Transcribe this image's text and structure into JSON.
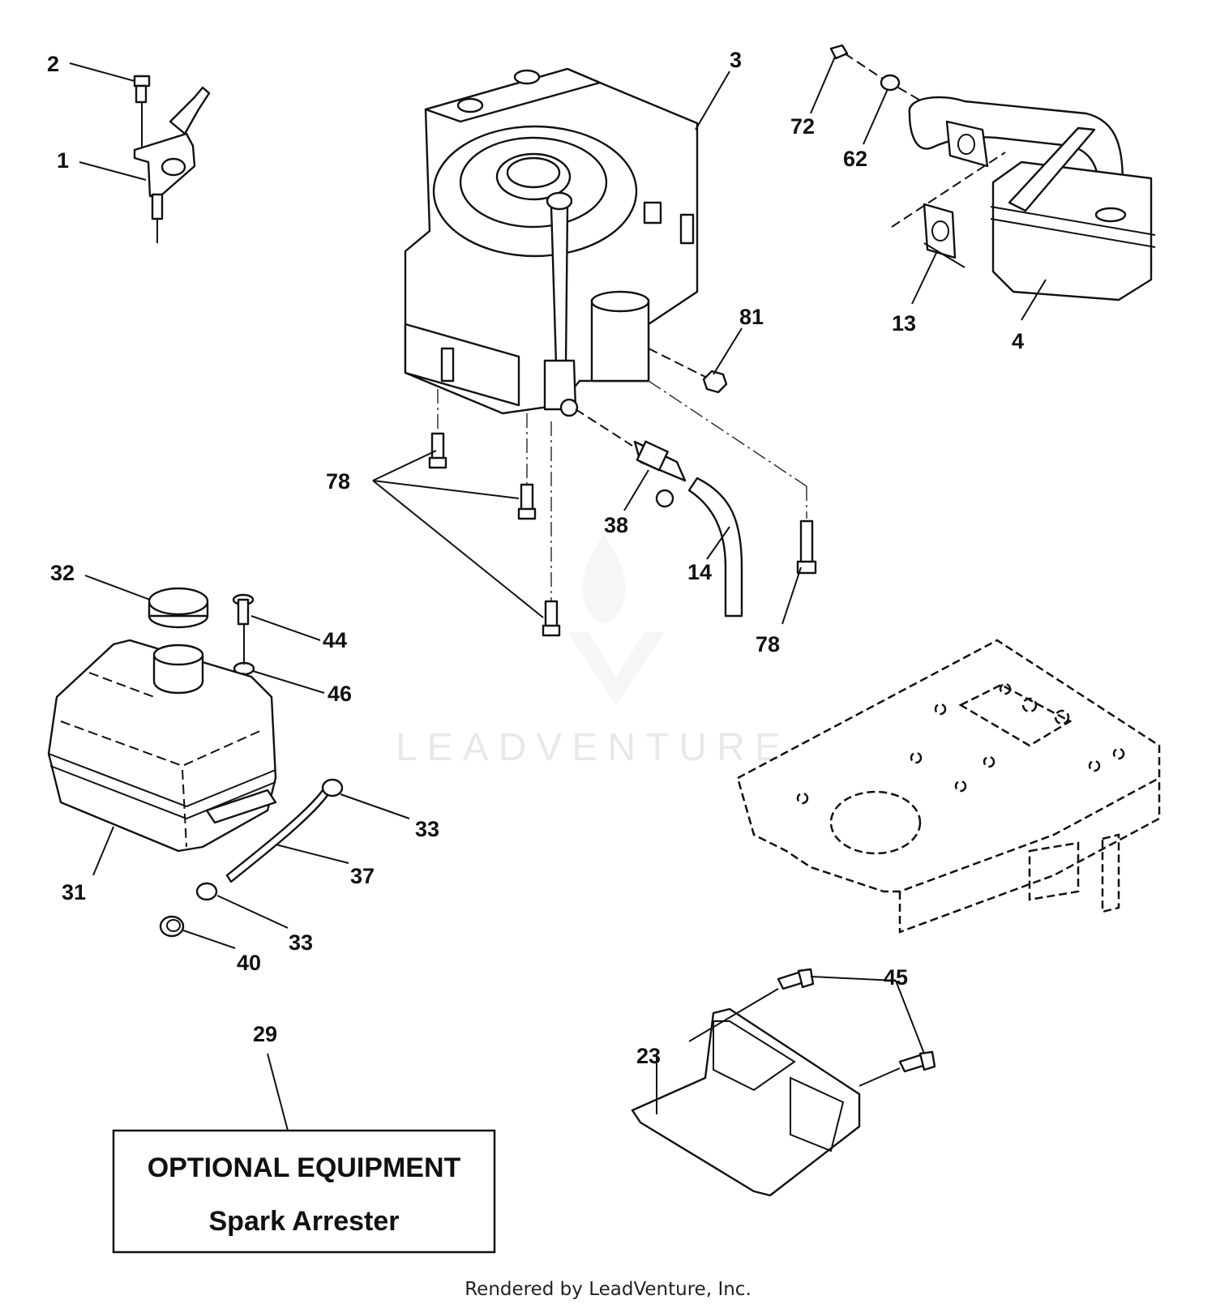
{
  "callouts": [
    {
      "id": "c1",
      "label": "1"
    },
    {
      "id": "c2",
      "label": "2"
    },
    {
      "id": "c3",
      "label": "3"
    },
    {
      "id": "c4",
      "label": "4"
    },
    {
      "id": "c13",
      "label": "13"
    },
    {
      "id": "c14",
      "label": "14"
    },
    {
      "id": "c23",
      "label": "23"
    },
    {
      "id": "c29",
      "label": "29"
    },
    {
      "id": "c31",
      "label": "31"
    },
    {
      "id": "c32",
      "label": "32"
    },
    {
      "id": "c33a",
      "label": "33"
    },
    {
      "id": "c33b",
      "label": "33"
    },
    {
      "id": "c37",
      "label": "37"
    },
    {
      "id": "c38",
      "label": "38"
    },
    {
      "id": "c40",
      "label": "40"
    },
    {
      "id": "c44",
      "label": "44"
    },
    {
      "id": "c45",
      "label": "45"
    },
    {
      "id": "c46",
      "label": "46"
    },
    {
      "id": "c62",
      "label": "62"
    },
    {
      "id": "c72",
      "label": "72"
    },
    {
      "id": "c78a",
      "label": "78"
    },
    {
      "id": "c78b",
      "label": "78"
    },
    {
      "id": "c81",
      "label": "81"
    }
  ],
  "optional_box": {
    "title": "OPTIONAL EQUIPMENT",
    "subtitle": "Spark Arrester"
  },
  "watermark": "LEADVENTURE",
  "footer": "Rendered by LeadVenture, Inc."
}
